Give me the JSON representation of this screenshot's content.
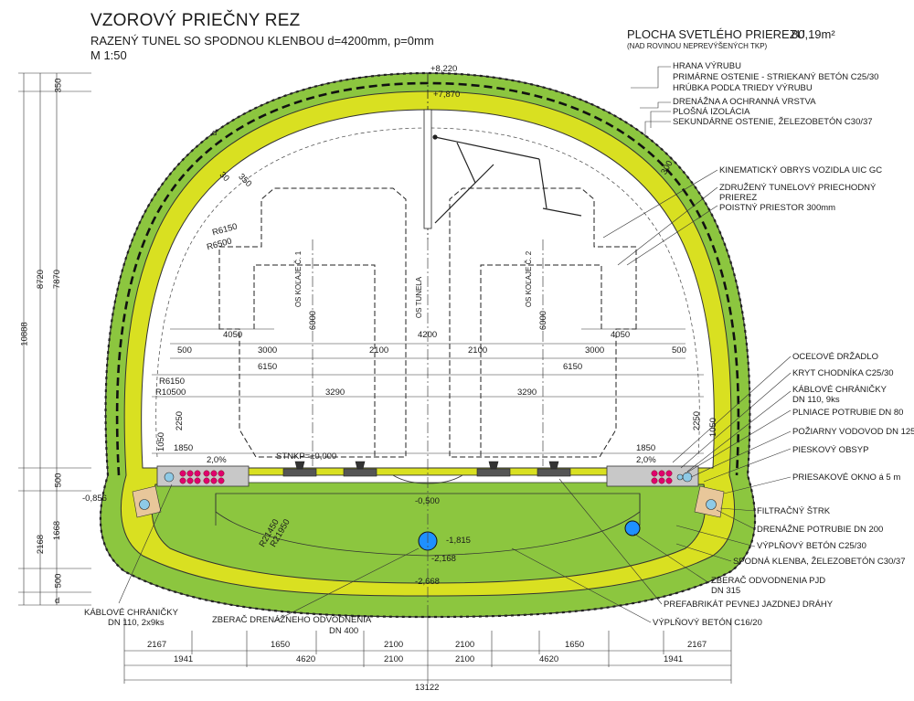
{
  "title": {
    "main": "VZOROVÝ PRIEČNY REZ",
    "subtitle": "RAZENÝ TUNEL SO SPODNOU KLENBOU d=4200mm, p=0mm",
    "scale": "M 1:50"
  },
  "area": {
    "label": "PLOCHA SVETLÉHO PRIEREZU",
    "value": "80,19m²",
    "note": "(NAD ROVINOU NEPREVÝŠENÝCH TKP)"
  },
  "labels_right": [
    "HRANA VÝRUBU",
    "PRIMÁRNE OSTENIE - STRIEKANÝ BETÓN C25/30",
    "HRÚBKA PODĽA TRIEDY VÝRUBU",
    "DRENÁŽNA A OCHRANNÁ VRSTVA",
    "PLOŠNÁ IZOLÁCIA",
    "SEKUNDÁRNE OSTENIE, ŽELEZOBETÓN C30/37",
    "KINEMATICKÝ OBRYS VOZIDLA UIC GC",
    "ZDRUŽENÝ TUNELOVÝ PRIECHODNÝ",
    "PRIEREZ",
    "POISTNÝ PRIESTOR 300mm",
    "OCEĽOVÉ DRŽADLO",
    "KRYT CHODNÍKA C25/30",
    "KÁBLOVÉ CHRÁNIČKY",
    "DN 110, 9ks",
    "PLNIACE POTRUBIE DN 80",
    "POŽIARNY VODOVOD DN 125",
    "PIESKOVÝ OBSYP",
    "PRIESAKOVÉ OKNO á 5 m",
    "FILTRAČNÝ ŠTRK",
    "DRENÁŽNE POTRUBIE DN 200",
    "VÝPLŇOVÝ BETÓN C25/30",
    "SPODNÁ KLENBA, ŽELEZOBETÓN C30/37",
    "ZBERAČ ODVODNENIA PJD",
    "DN 315",
    "PREFABRIKÁT PEVNEJ JAZDNEJ DRÁHY",
    "VÝPLŇOVÝ BETÓN C16/20"
  ],
  "labels_left": {
    "cable_1": "KÁBLOVÉ CHRÁNIČKY",
    "cable_2": "DN 110, 2x9ks",
    "drain_1": "ZBERAČ DRENÁŽNEHO ODVODNENIA",
    "drain_2": "DN 400"
  },
  "levels": {
    "top": "+8,220",
    "inner_top": "+7,870",
    "left": "-0,856",
    "stnkp": "STNKP=±0,000",
    "m0500": "-0,500",
    "m1815": "-1,815",
    "m2168": "-2,168",
    "m2668": "-2,668"
  },
  "left_dims": {
    "total": "10888",
    "upper": "8720",
    "arch": "7870",
    "d350": "350",
    "d500a": "500",
    "lower": "2168",
    "d1668": "1668",
    "d500b": "500",
    "d": "d"
  },
  "bottom_dims": {
    "row1": [
      "2167",
      "1650",
      "2100",
      "2100",
      "1650",
      "2167"
    ],
    "row2": [
      "1941",
      "4620",
      "2100",
      "2100",
      "4620",
      "1941"
    ],
    "total": "13122"
  },
  "interior_text": {
    "r6150": "R6150",
    "r6500": "R6500",
    "r6150b": "R6150",
    "r10500": "R10500",
    "r21450": "R21450",
    "r21950": "R21950",
    "d30": "30",
    "d350": "350",
    "d300": "300",
    "dd": "d",
    "w4050l": "4050",
    "w4050r": "4050",
    "w4200": "4200",
    "h6000l": "6000",
    "h6000r": "6000",
    "w500l": "500",
    "w3000l": "3000",
    "w2100l": "2100",
    "w2100r": "2100",
    "w3000r": "3000",
    "w500r": "500",
    "w6150l": "6150",
    "w6150r": "6150",
    "w3290l": "3290",
    "w3290r": "3290",
    "h2250l": "2250",
    "h2250r": "2250",
    "h1050l": "1050",
    "h1050r": "1050",
    "w1850l": "1850",
    "w1850r": "1850",
    "s20l": "2,0%",
    "s20r": "2,0%",
    "os1": "OS KOĽAJE Č. 1",
    "os_t": "OS TUNELA",
    "os2": "OS KOĽAJE Č. 2"
  },
  "colors": {
    "outer_ring": "#8cc63f",
    "lining": "#d9e021",
    "fill_concrete": "#8cc63f",
    "kerb": "#c8c8c8",
    "drain_pipe": "#1e90ff",
    "cables": "#e0006e",
    "gravel": "#e8c79a"
  }
}
